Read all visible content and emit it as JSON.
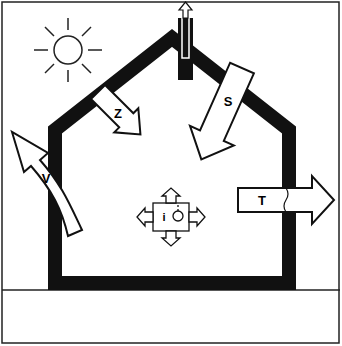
{
  "diagram": {
    "labels": [
      "Z",
      "S",
      "V",
      "T",
      "i"
    ]
  }
}
